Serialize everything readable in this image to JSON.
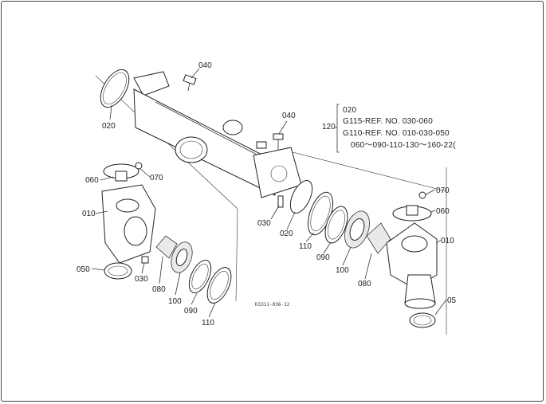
{
  "diagram": {
    "reference_code": "K3311-036-12",
    "callouts": {
      "c040_top": "040",
      "c020_left": "020",
      "c040_mid": "040",
      "c060_left": "060",
      "c070_left": "070",
      "c010_left": "010",
      "c050_left": "050",
      "c030_left": "030",
      "c080_left": "080",
      "c100_left": "100",
      "c090_left": "090",
      "c110_left": "110",
      "c030_mid": "030",
      "c020_mid": "020",
      "c110_mid": "110",
      "c090_mid": "090",
      "c100_mid": "100",
      "c080_right": "080",
      "c070_right": "070",
      "c060_right": "060",
      "c010_right": "010",
      "c050_right": "05"
    },
    "note_group": {
      "index": "120",
      "line1": "020",
      "line2": "G115-REF. NO. 030-060",
      "line3": "G110-REF. NO. 010-030-050",
      "line4": "060～090-110-130～160-22("
    }
  }
}
